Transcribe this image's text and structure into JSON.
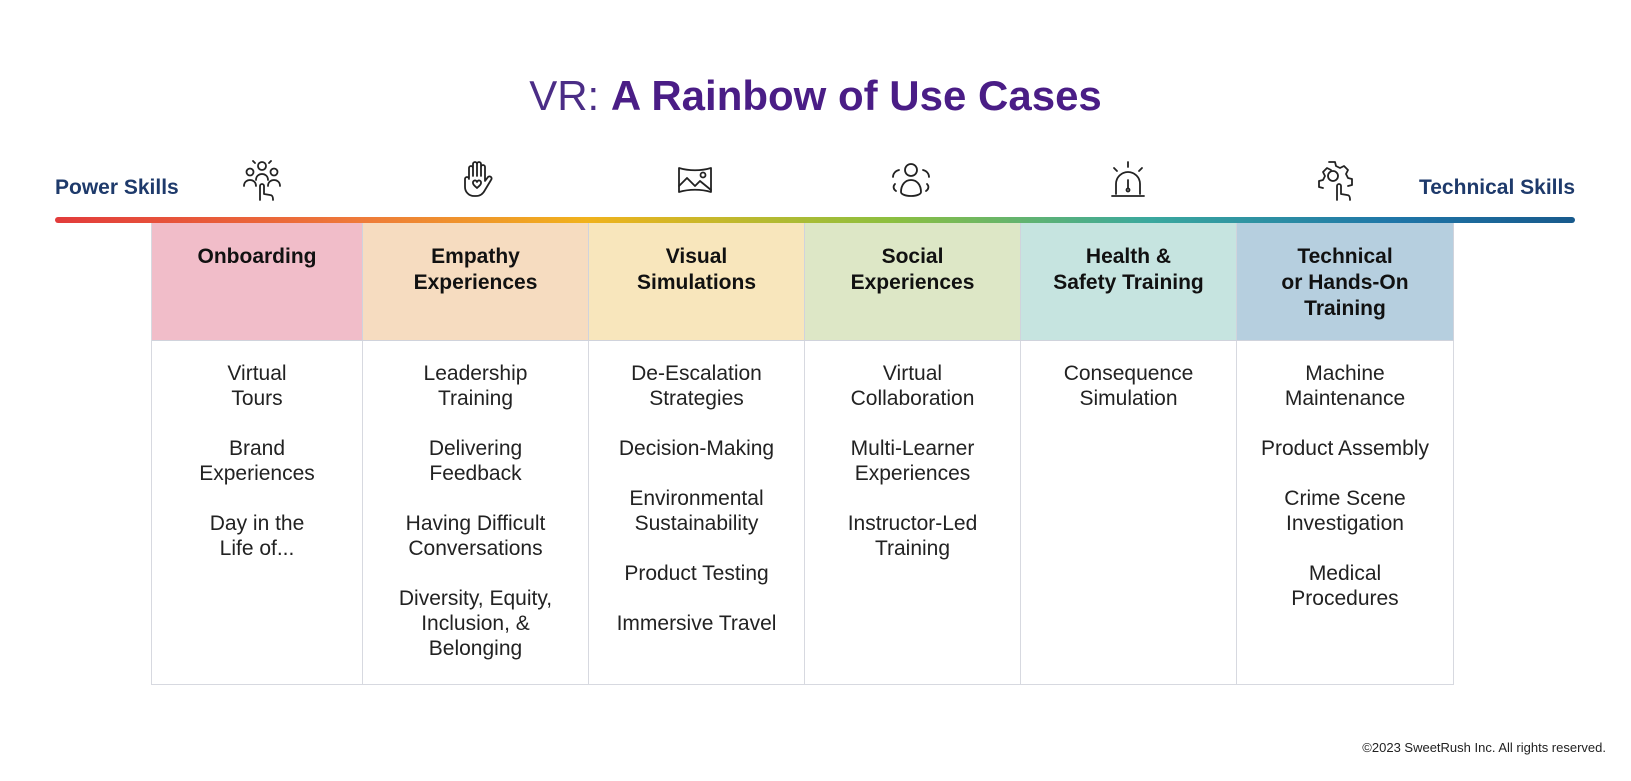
{
  "title": {
    "prefix": "VR:",
    "main": "A Rainbow of Use Cases"
  },
  "axis": {
    "left_label": "Power Skills",
    "right_label": "Technical Skills"
  },
  "icons": [
    "team-touch-icon",
    "hand-heart-icon",
    "landscape-vr-icon",
    "person-social-icon",
    "alarm-light-icon",
    "gear-touch-icon"
  ],
  "columns": [
    {
      "header": "Onboarding",
      "color": "#f1bdc9",
      "items": [
        "Virtual\nTours",
        "Brand\nExperiences",
        "Day in the\nLife of..."
      ]
    },
    {
      "header": "Empathy\nExperiences",
      "color": "#f6dcc0",
      "items": [
        "Leadership\nTraining",
        "Delivering\nFeedback",
        "Having Difficult\nConversations",
        "Diversity, Equity,\nInclusion, &\nBelonging"
      ]
    },
    {
      "header": "Visual\nSimulations",
      "color": "#f8e6bc",
      "items": [
        "De-Escalation\nStrategies",
        "Decision-Making",
        "Environmental\nSustainability",
        "Product Testing",
        "Immersive Travel"
      ]
    },
    {
      "header": "Social\nExperiences",
      "color": "#dde7c6",
      "items": [
        "Virtual\nCollaboration",
        "Multi-Learner\nExperiences",
        "Instructor-Led\nTraining"
      ]
    },
    {
      "header": "Health &\nSafety Training",
      "color": "#c6e4e0",
      "items": [
        "Consequence\nSimulation"
      ]
    },
    {
      "header": "Technical\nor Hands-On\nTraining",
      "color": "#b6cfdf",
      "items": [
        "Machine\nMaintenance",
        "Product Assembly",
        "Crime Scene\nInvestigation",
        "Medical\nProcedures"
      ]
    }
  ],
  "footer": "©2023 SweetRush Inc. All rights reserved."
}
